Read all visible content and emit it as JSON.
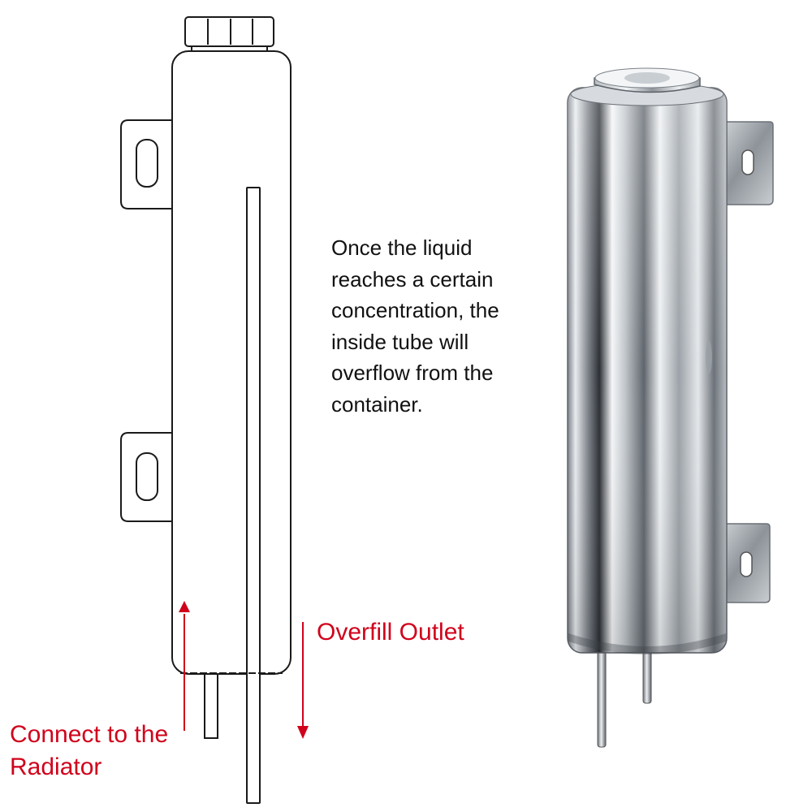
{
  "description": {
    "lines": [
      "Once the liquid",
      "reaches a certain",
      "concentration, the",
      "inside tube will",
      "overflow from the",
      "container."
    ]
  },
  "labels": {
    "overfill_outlet": "Overfill Outlet",
    "connect_line1": "Connect to the",
    "connect_line2": "Radiator"
  },
  "colors": {
    "annotation_red": "#d0021b",
    "outline": "#1a1a1a",
    "background": "#ffffff"
  },
  "icons": {
    "inlet_arrow": "arrow-up-icon",
    "outlet_arrow": "arrow-down-icon"
  }
}
